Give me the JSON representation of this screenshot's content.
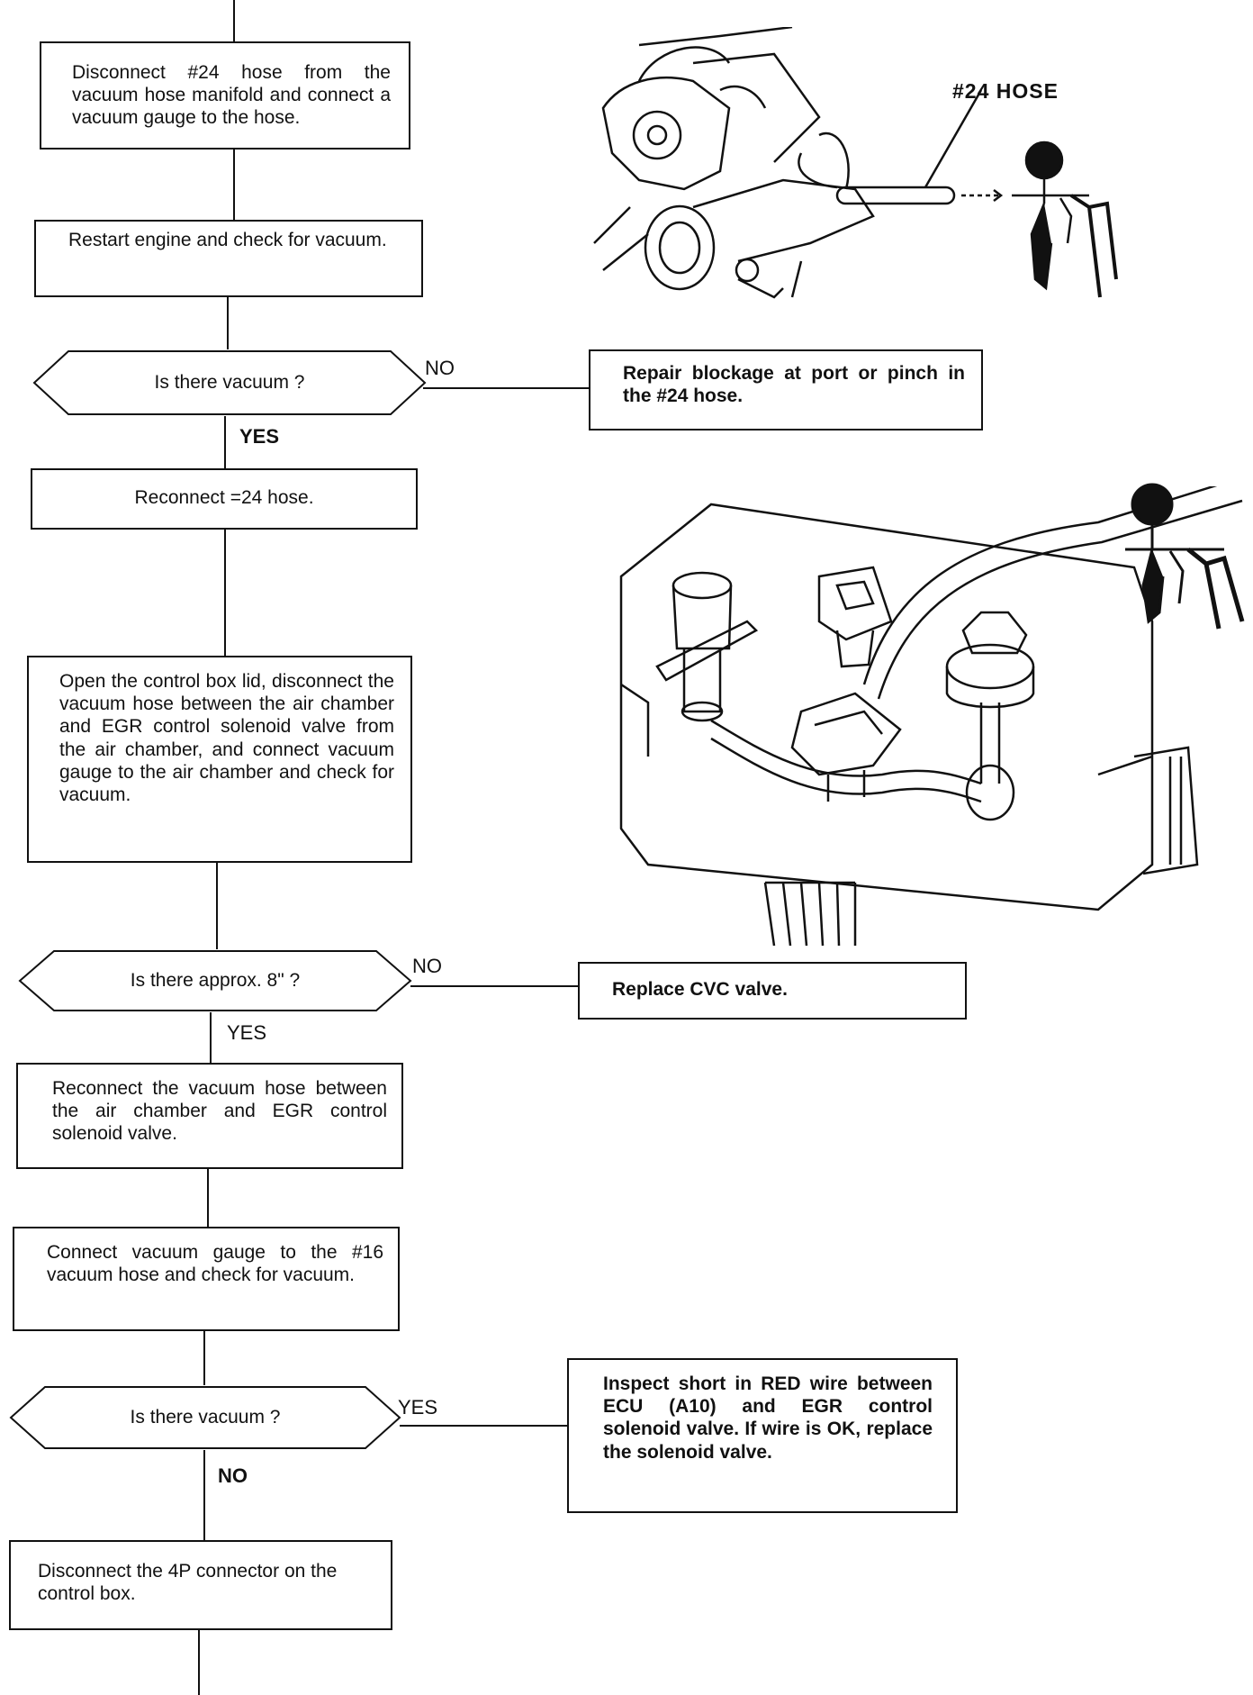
{
  "steps": {
    "disconnect_24": "Disconnect #24 hose from the vacuum hose manifold and connect a vacuum gauge to the hose.",
    "restart_engine": "Restart engine and check for vacuum.",
    "reconnect_24": "Reconnect =24 hose.",
    "open_control_box": "Open the control box lid, disconnect the vacuum hose between the air chamber and EGR control solenoid valve from the air chamber, and connect vacuum gauge to the air chamber and check for vacuum.",
    "reconnect_vacuum_hose": "Reconnect the vacuum hose between the air chamber and EGR control solenoid valve.",
    "connect_16": "Connect vacuum gauge to the #16 vacuum hose and check for vacuum.",
    "disconnect_4p": "Disconnect the 4P connector on the control box."
  },
  "decisions": {
    "d1": "Is there vacuum ?",
    "d2": "Is there approx. 8\" ?",
    "d3": "Is there vacuum ?"
  },
  "outcomes": {
    "repair_blockage": "Repair blockage at port or pinch in the #24 hose.",
    "replace_cvc": "Replace CVC valve.",
    "inspect_short": "Inspect short in RED wire between ECU (A10) and EGR control solenoid valve. If wire is OK, replace the solenoid valve."
  },
  "labels": {
    "no": "NO",
    "yes": "YES"
  },
  "illustration": {
    "hose_callout": "#24 HOSE"
  }
}
